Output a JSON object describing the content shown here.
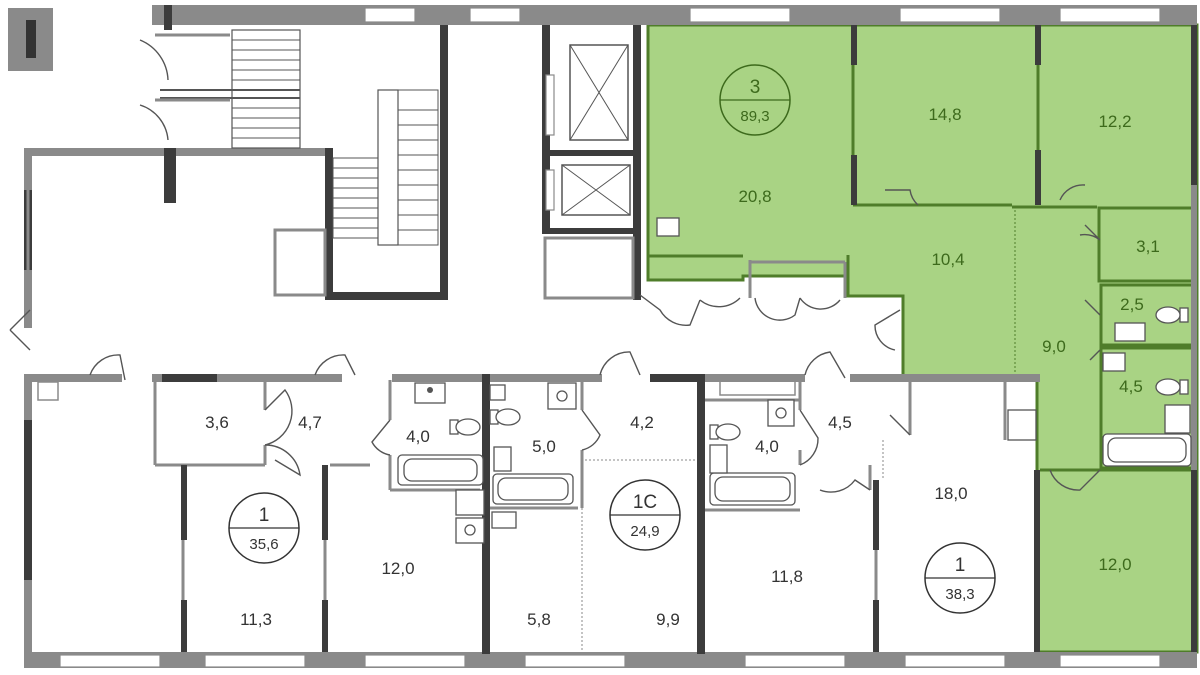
{
  "colors": {
    "highlight_fill": "#a9d384",
    "highlight_wall": "#4f7d2a",
    "highlight_text": "#3d6a1c",
    "wall": "#8a8a8a",
    "wall_dark": "#3c3c3c",
    "text": "#333333"
  },
  "icons": {
    "north_marker": "north-marker-icon",
    "elevator": "elevator-icon",
    "stairs": "stairs-icon",
    "bathtub": "bathtub-icon",
    "toilet": "toilet-icon",
    "sink": "sink-icon"
  },
  "apartments": [
    {
      "rooms": "3",
      "area": "89,3",
      "highlighted": true
    },
    {
      "rooms": "1",
      "area": "35,6",
      "highlighted": false
    },
    {
      "rooms": "1С",
      "area": "24,9",
      "highlighted": false
    },
    {
      "rooms": "1",
      "area": "38,3",
      "highlighted": false
    }
  ],
  "rooms": {
    "r20_8": "20,8",
    "r14_8": "14,8",
    "r12_2": "12,2",
    "r10_4": "10,4",
    "r3_1": "3,1",
    "r2_5": "2,5",
    "r9_0": "9,0",
    "r4_5_right": "4,5",
    "r12_0_right": "12,0",
    "r3_6": "3,6",
    "r4_7": "4,7",
    "r4_0_a": "4,0",
    "r5_0": "5,0",
    "r4_2": "4,2",
    "r4_0_b": "4,0",
    "r4_5_mid": "4,5",
    "r18_0": "18,0",
    "r12_0_left": "12,0",
    "r11_3": "11,3",
    "r5_8": "5,8",
    "r9_9": "9,9",
    "r11_8": "11,8"
  }
}
